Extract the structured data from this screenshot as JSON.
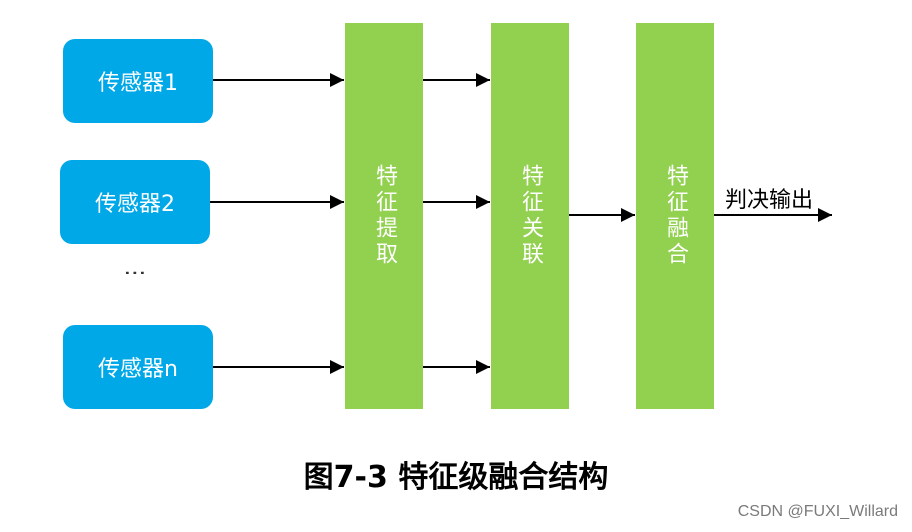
{
  "sensors": [
    "传感器1",
    "传感器2",
    "传感器n"
  ],
  "ellipsis": "⋮",
  "stages": [
    "特征提取",
    "特征关联",
    "特征融合"
  ],
  "output_label": "判决输出",
  "caption": "图7-3 特征级融合结构",
  "watermark": "CSDN @FUXI_Willard",
  "colors": {
    "sensor": "#00a8e8",
    "stage": "#92d050",
    "arrow": "#000000"
  }
}
